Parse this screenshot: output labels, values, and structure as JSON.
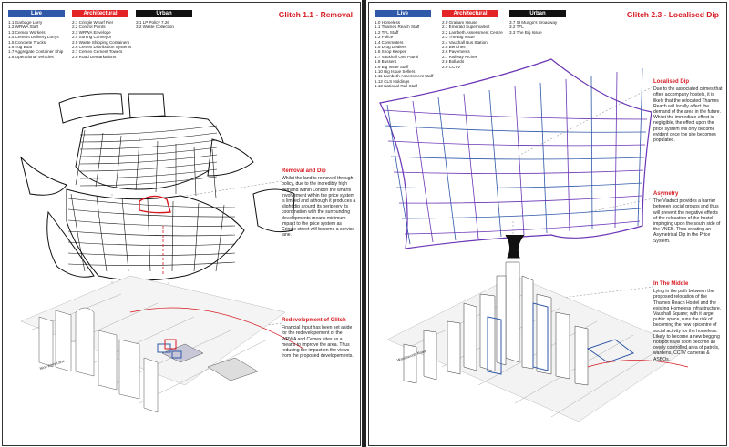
{
  "colors": {
    "live": "#2f58a8",
    "architectural": "#e42327",
    "urban": "#111111",
    "accent_red": "#d71920",
    "grid_purple": "#6b35b5"
  },
  "left_board": {
    "title": "Glitch 1.1 - Removal",
    "legend": {
      "live": {
        "heading": "Live",
        "items": [
          "1.1 Garbage Lorry",
          "1.2 WRWA Staff",
          "1.3 Cemex Workers",
          "1.4 Cement Delivery Lorrys",
          "1.5 Concrete Trucks",
          "1.6 Tug Boat",
          "1.7 Aggregate Container Ship",
          "1.8 Operational Vehicles"
        ]
      },
      "architectural": {
        "heading": "Architectural",
        "items": [
          "2.1 Cringle Wharf Pier",
          "2.2 Control Points",
          "2.3 WRWA Envelope",
          "2.4 Sorting Conveyor",
          "2.5 Waste Shipping Containers",
          "2.6 Cemex Distribution Systems",
          "2.7 Cemex Cement Towers",
          "2.8 Road Demarkations"
        ]
      },
      "urban": {
        "heading": "Urban",
        "items": [
          "3.1 LP Policy 7.26",
          "3.2 Waste Collection"
        ]
      }
    },
    "notes": [
      {
        "heading": "Removal and Dip",
        "body": "Whilst the land is removed through policy, due to the incredibly high demand within London the wharfs involvement within the price system is limited and although it produces a slight dip around its periphery its coordination with the surrounding developments means minimum impact to the price system as Cringle street will become a service lane."
      },
      {
        "heading": "Redevelopment of Glitch",
        "body": "Financial Input has been set aside for the redevelopement of the WRWA and Cemex sites as a means to improve the area. Thus reducing the impact on the views from the proposed developements."
      }
    ],
    "map_label": "Nine Elms Lane"
  },
  "right_board": {
    "title": "Glitch 2.3 - Localised Dip",
    "legend": {
      "live": {
        "heading": "Live",
        "items": [
          "1.0 Homeless",
          "1.1 Thames Reach Staff",
          "1.2 TFL Staff",
          "1.3 Police",
          "1.4 Commuters",
          "1.5 Drug Dealers",
          "1.6 Shop Keeper",
          "1.7 Vauxhall One Patrol",
          "1.8 Bussers",
          "1.9 Big Issue Staff",
          "1.10 Big Issue Sellers",
          "1.11 Lambeth Assessment Staff",
          "1.12 CLS Holdings",
          "1.13 National Rail Staff"
        ]
      },
      "architectural": {
        "heading": "Architectural",
        "items": [
          "2.0 Graham House",
          "2.1 Emerald Supermarket",
          "2.2 Lambeth Assessment Centre",
          "2.3 The Big Issue",
          "2.4 Vauxhall Bus Station",
          "2.5 Benches",
          "2.6 Pavements",
          "2.7 Railway Arches",
          "2.8 Bollards",
          "2.9 CCTV"
        ]
      },
      "urban": {
        "heading": "Urban",
        "items": [
          "3.7 St Mungo's Broadway",
          "3.2 TFL",
          "3.3 The Big Issue"
        ]
      }
    },
    "notes": [
      {
        "heading": "Localised Dip",
        "body": "Due to the associated crimes that often accompany hostels, it is likely that the relocated Thames Reach will locally affect the demand of the area in the future. Whilst the immediate effect is negligible, the effect upon the price system will only become evident once the site becomes populated."
      },
      {
        "heading": "Asymetry",
        "body": "The Viaduct provides a barrier between social groups and thus will prevent the negative effects of the relocation of the hostel impinging upon the south side of the VNEB. Thus creating an Asymetrical Dip in the Price System."
      },
      {
        "heading": "In The Middle",
        "body": "Lying in the path between the proposed relocation of the Thames Reach Hostel and the existing Homeless Infrastructure, Vauxhall Square; with it large public space, runs the risk of becoming the new epicentre of social activity for the homeless. Likely to become a new begging hotspot it will soon become an overly controlled area of patrols, wardens, CCTV cameras & ASBOs."
      }
    ],
    "map_label": "Wandsworth Road"
  }
}
